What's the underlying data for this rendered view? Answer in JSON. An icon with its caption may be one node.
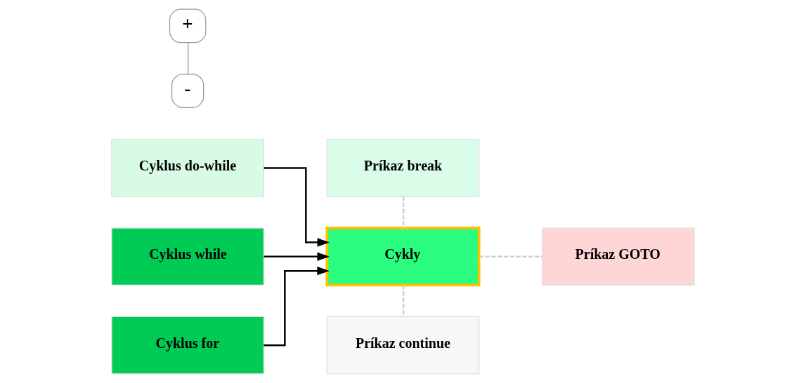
{
  "diagram": {
    "nodes": [
      {
        "text": [
          "Cyklus do-while"
        ]
      },
      {
        "text": [
          "Cyklus while"
        ]
      },
      {
        "text": [
          "Cyklus for"
        ]
      },
      {
        "text": [
          "Príkaz break"
        ]
      },
      {
        "text": [
          "Príkaz GOTO"
        ]
      },
      {
        "text": [
          "Cykly"
        ]
      },
      {
        "text": [
          "Príkaz continue"
        ]
      }
    ],
    "edges": [
      {
        "from": 0,
        "to": 5,
        "arrow": "to"
      },
      {
        "from": 1,
        "to": 5,
        "arrow": "to"
      },
      {
        "from": 2,
        "to": 5,
        "arrow": "to"
      },
      {
        "from": 3,
        "to": 5,
        "arrow": "none",
        "style": "dashed",
        "color": "#cccccc"
      },
      {
        "from": 5,
        "to": 4,
        "arrow": "none",
        "style": "dashed",
        "color": "#cccccc"
      },
      {
        "from": 5,
        "to": 6,
        "arrow": "none",
        "style": "dashed",
        "color": "#cccccc"
      }
    ],
    "labels": [
      "+",
      "-"
    ]
  }
}
